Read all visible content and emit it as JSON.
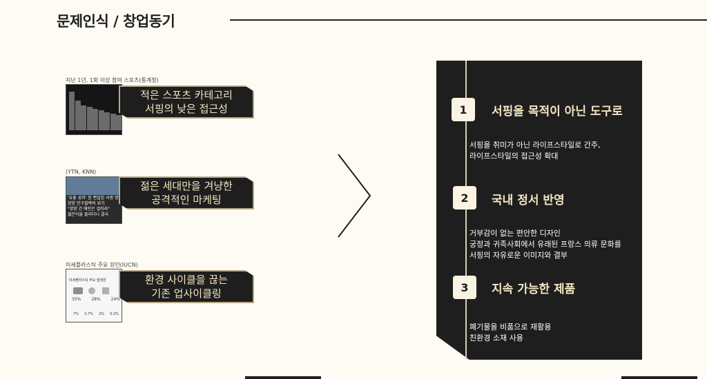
{
  "header": {
    "title": "문제인식 / 창업동기"
  },
  "left_items": [
    {
      "caption": "지난 1년, 1회 이상 참여 스포츠(통계청)",
      "text": "적은 스포츠 카테고리\n서핑의 낮은 접근성"
    },
    {
      "caption": "(YTN, KNN)",
      "text": "젊은 세대만을 겨냥한\n공격적인 마케팅",
      "thumb_lines": [
        "'유흥 성지' 된 편일된 서핑 명",
        "양양 인구절벽의 위기",
        "\"양양 간 애인은 걸러라\"",
        "젊은이들 몰리더니 결국"
      ]
    },
    {
      "caption": "미세플라스틱 주요 원인(IUCN)",
      "text": "환경 사이클을 끊는\n기존 업사이클링",
      "thumb_title": "미세플라스틱 주요 발생원",
      "thumb_values": [
        "35%",
        "28%",
        "24%",
        "7%",
        "3.7%",
        "2%",
        "0.3%"
      ]
    }
  ],
  "right_items": [
    {
      "number": "1",
      "heading": "서핑을 목적이 아닌 도구로",
      "desc": "서핑을 취미가 아닌 라이프스타일로 간주,\n라이프스타일의 접근성 확대"
    },
    {
      "number": "2",
      "heading": "국내 정서 반영",
      "desc": "거부감이 없는 편안한 디자인\n궁정과 귀족사회에서 유래된 프랑스 의류 문화를\n서핑의 자유로운 이미지와 결부"
    },
    {
      "number": "3",
      "heading": "지속 가능한 제품",
      "desc": "폐기물을 비품으로 재활용\n친환경 소재 사용"
    }
  ],
  "colors": {
    "background": "#fdfbf3",
    "dark": "#1e1e1e",
    "accent_text": "#f3e6c3",
    "border": "#b8a888"
  },
  "chart_data": {
    "type": "bar",
    "values": [
      100,
      76,
      64,
      60,
      56,
      51,
      47,
      43,
      40
    ]
  }
}
